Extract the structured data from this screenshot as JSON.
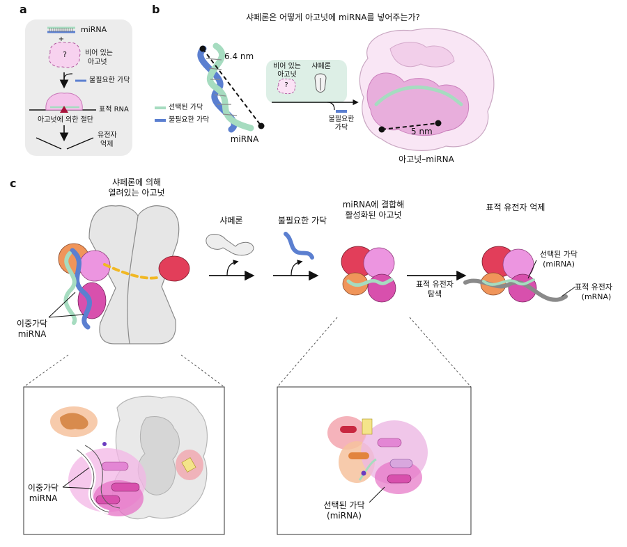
{
  "panels": {
    "a": "a",
    "b": "b",
    "c": "c"
  },
  "panel_a": {
    "mirna": "miRNA",
    "plus": "+",
    "question": "?",
    "empty_ago_line1": "비어 있는",
    "empty_ago_line2": "아고넛",
    "unneeded_strand": "불필요한 가닥",
    "target_rna": "표적 RNA",
    "cleavage": "아고넛에 의한 절단",
    "repression_line1": "유전자",
    "repression_line2": "억제"
  },
  "panel_b": {
    "title": "샤페론은 어떻게 아고넛에 miRNA를 넣어주는가?",
    "distance_1": "6.4 nm",
    "legend_selected": "선택된 가닥",
    "legend_unneeded": "불필요한 가닥",
    "mirna": "miRNA",
    "empty_ago_line1": "비어 있는",
    "empty_ago_line2": "아고넛",
    "question": "?",
    "chaperone": "샤페론",
    "unneeded_line1": "불필요한",
    "unneeded_line2": "가닥",
    "distance_2": "5 nm",
    "complex": "아고넛–miRNA"
  },
  "panel_c": {
    "opened_line1": "샤페론에 의해",
    "opened_line2": "열려있는 아고넛",
    "duplex_line1": "이중가닥",
    "duplex_line2": "miRNA",
    "chaperone": "샤페론",
    "unneeded": "불필요한 가닥",
    "activated_line1": "miRNA에 결합해",
    "activated_line2": "활성화된 아고넛",
    "search_line1": "표적 유전자",
    "search_line2": "탐색",
    "repression": "표적 유전자 억제",
    "selected_line1": "선택된 가닥",
    "selected_line2": "(miRNA)",
    "target_line1": "표적 유전자",
    "target_line2": "(mRNA)",
    "inset_duplex_line1": "이중가닥",
    "inset_duplex_line2": "miRNA",
    "inset_selected_line1": "선택된 가닥",
    "inset_selected_line2": "(miRNA)"
  },
  "colors": {
    "selected_strand": "#a6dcc0",
    "unneeded_strand": "#5b7fd0",
    "ago_pink": "#e58ad6",
    "ago_magenta": "#d850ad",
    "ago_orange": "#f0955a",
    "ago_red": "#e23e5a",
    "chaperone_gray": "#e6e6e6",
    "panel_bg": "#ececec"
  }
}
